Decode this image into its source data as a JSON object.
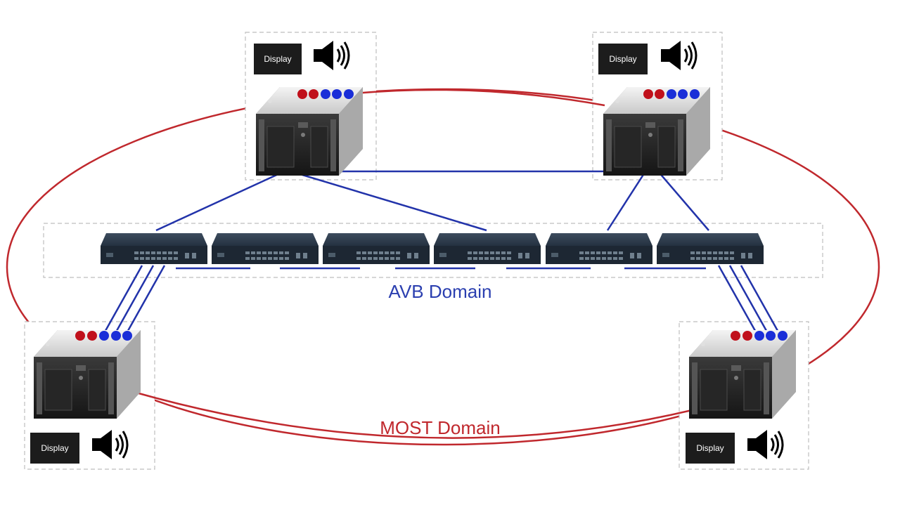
{
  "labels": {
    "avb_domain": "AVB Domain",
    "most_domain": "MOST Domain"
  },
  "nodes": {
    "top_left": {
      "display": "Display"
    },
    "top_right": {
      "display": "Display"
    },
    "bottom_left": {
      "display": "Display"
    },
    "bottom_right": {
      "display": "Display"
    }
  },
  "colors": {
    "avb": "#2233aa",
    "most": "#c0282d",
    "port_red": "#c0101b",
    "port_blue": "#1a2ed8",
    "box_border": "#bdbdbd",
    "display_bg": "#1c1c1c"
  },
  "icons": [
    "server-icon",
    "speaker-icon",
    "network-switch-icon"
  ]
}
